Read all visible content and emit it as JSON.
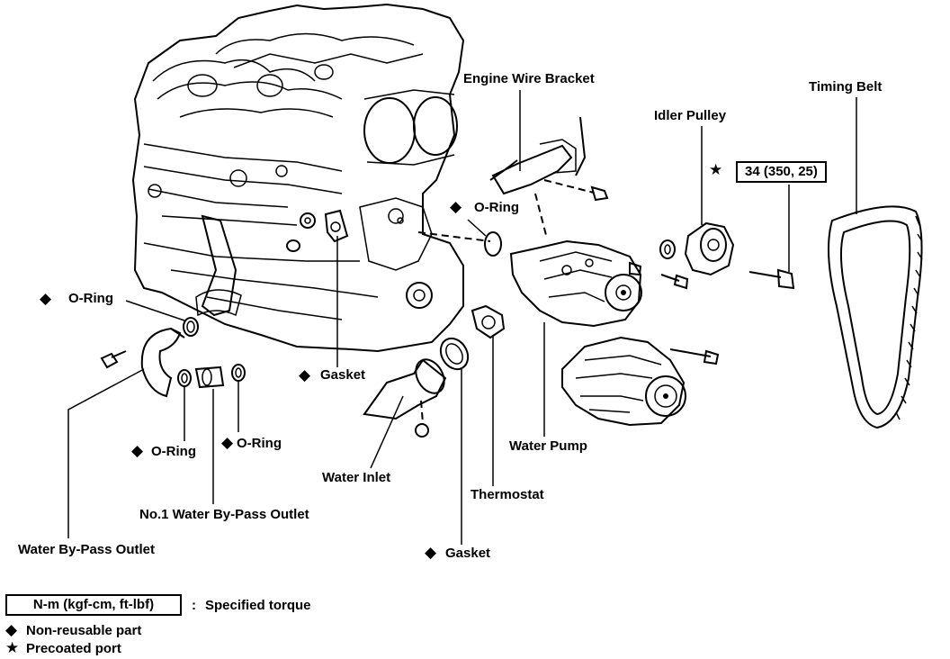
{
  "labels": {
    "engine_wire_bracket": "Engine Wire Bracket",
    "timing_belt": "Timing Belt",
    "idler_pulley": "Idler Pulley",
    "o_ring_top": "O-Ring",
    "o_ring_left": "O-Ring",
    "o_ring_mid1": "O-Ring",
    "o_ring_mid2": "O-Ring",
    "gasket_mid": "Gasket",
    "gasket_bottom": "Gasket",
    "water_pump": "Water Pump",
    "water_inlet": "Water Inlet",
    "thermostat": "Thermostat",
    "no1_water_bypass_outlet": "No.1  Water By-Pass Outlet",
    "water_bypass_outlet": "Water By-Pass Outlet"
  },
  "torque": {
    "idler_bolt": "34 (350, 25)"
  },
  "legend": {
    "box_text": "N-m (kgf-cm, ft-lbf)",
    "colon": ":",
    "specified_torque": "Specified torque",
    "non_reusable": "Non-reusable part",
    "precoated": "Precoated port"
  },
  "symbols": {
    "diamond": "◆",
    "star": "★"
  }
}
